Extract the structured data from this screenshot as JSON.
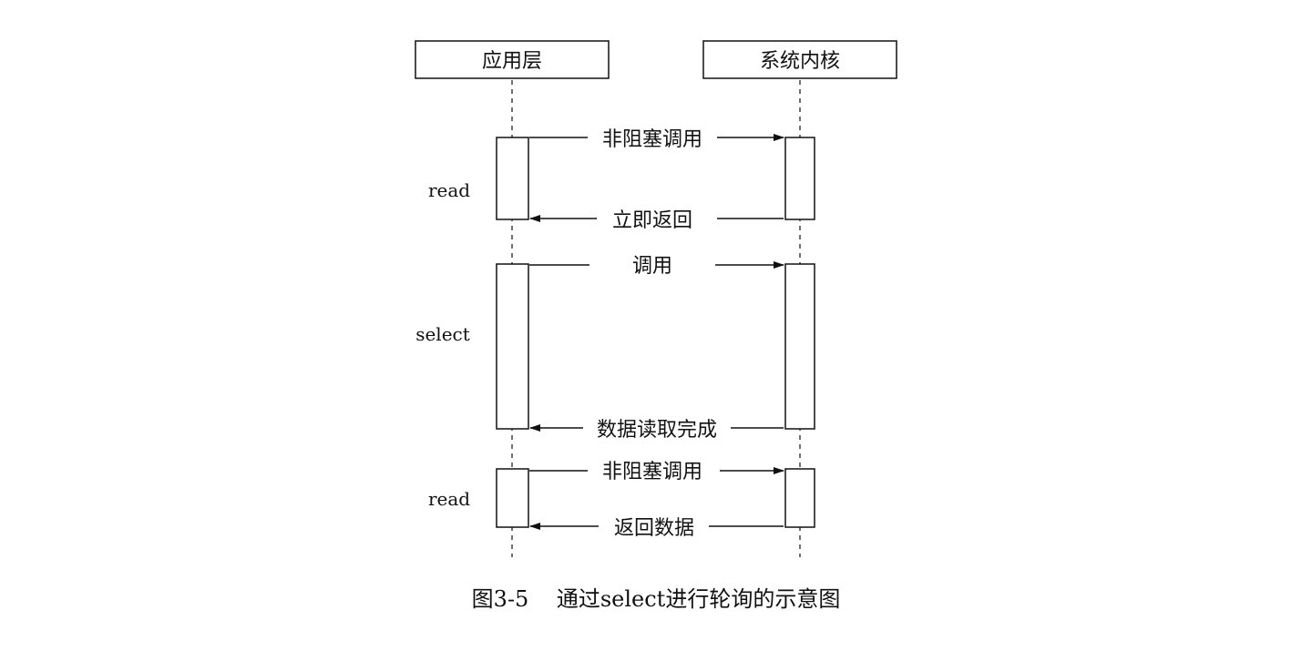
{
  "participants": {
    "left": "应用层",
    "right": "系统内核"
  },
  "phases": [
    {
      "label": "read",
      "messages": [
        {
          "text": "非阻塞调用",
          "direction": "right"
        },
        {
          "text": "立即返回",
          "direction": "left"
        }
      ]
    },
    {
      "label": "select",
      "messages": [
        {
          "text": "调用",
          "direction": "right"
        },
        {
          "text": "数据读取完成",
          "direction": "left"
        }
      ]
    },
    {
      "label": "read",
      "messages": [
        {
          "text": "非阻塞调用",
          "direction": "right"
        },
        {
          "text": "返回数据",
          "direction": "left"
        }
      ]
    }
  ],
  "caption": "图3-5    通过select进行轮询的示意图"
}
